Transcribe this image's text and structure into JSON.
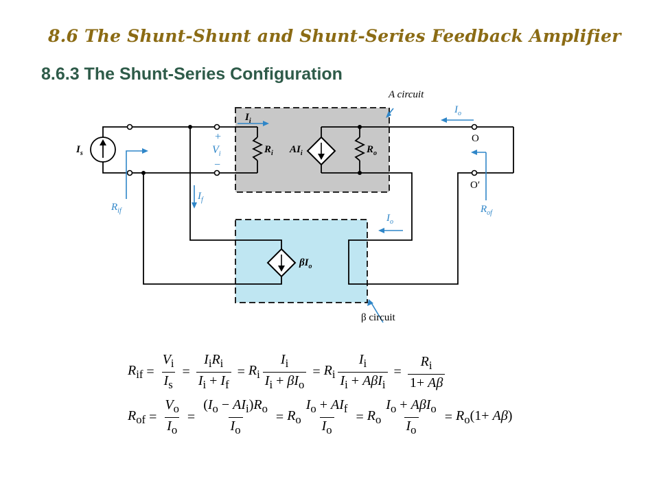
{
  "heading": {
    "title": "8.6 The Shunt-Shunt and Shunt-Series Feedback Amplifier",
    "subtitle": "8.6.3 The Shunt-Series Configuration"
  },
  "colors": {
    "title": "#8B6B14",
    "subtitle": "#2E5B49",
    "a_box": "#C8C8C8",
    "beta_box": "#BFE6F2"
  },
  "diagram": {
    "a_circuit_label": "A circuit",
    "beta_circuit_label": "β circuit",
    "source_label": "I",
    "source_sub": "s",
    "ii_label": "I",
    "ii_sub": "i",
    "plus": "+",
    "minus": "−",
    "vi_label": "V",
    "vi_sub": "i",
    "ri_label": "R",
    "ri_sub": "i",
    "aii_label": "AI",
    "aii_sub": "i",
    "ro_label": "R",
    "ro_sub": "o",
    "io_top_label": "I",
    "io_top_sub": "o",
    "node_o": "O",
    "node_o_prime": "O′",
    "rif_label": "R",
    "rif_sub": "if",
    "if_label": "I",
    "if_sub": "f",
    "io_mid_label": "I",
    "io_mid_sub": "o",
    "rof_label": "R",
    "rof_sub": "of",
    "beta_source_label": "βI",
    "beta_source_sub": "o"
  },
  "equations": {
    "rif": {
      "lhs": "R",
      "lhs_sub": "if",
      "eq": "="
    },
    "rof": {
      "lhs": "R",
      "lhs_sub": "of",
      "eq": "="
    }
  }
}
